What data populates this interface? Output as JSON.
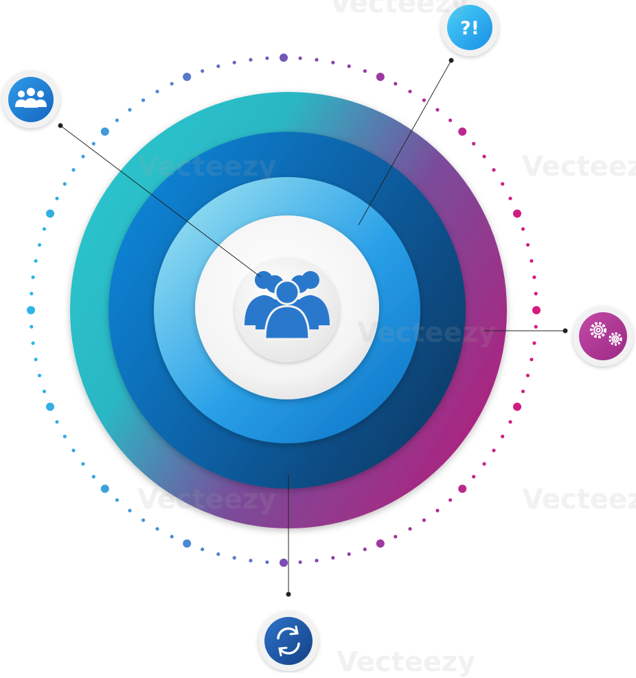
{
  "watermark": {
    "text": "Vecteezy"
  },
  "center": {
    "icon": "group-of-people-icon"
  },
  "rings": [
    {
      "name": "outer-ring",
      "colors": [
        "#2cc6cd",
        "#7a4c9a",
        "#b21f7c"
      ]
    },
    {
      "name": "second-ring",
      "colors": [
        "#0d86d9",
        "#0b4f8c",
        "#063a66"
      ]
    },
    {
      "name": "third-ring",
      "colors": [
        "#a8eaf2",
        "#2aa0e8",
        "#0a6fc2"
      ]
    },
    {
      "name": "inner-disc",
      "colors": [
        "#ffffff",
        "#e2e2e2"
      ]
    }
  ],
  "callouts": [
    {
      "id": "team",
      "icon": "team-icon",
      "color": "#1f7fd6"
    },
    {
      "id": "question",
      "icon": "question-exclamation-icon",
      "label": "?!",
      "color": "#25aef0"
    },
    {
      "id": "settings",
      "icon": "gears-icon",
      "color": "#b3399b"
    },
    {
      "id": "refresh",
      "icon": "refresh-icon",
      "color": "#1f5aa8"
    }
  ]
}
